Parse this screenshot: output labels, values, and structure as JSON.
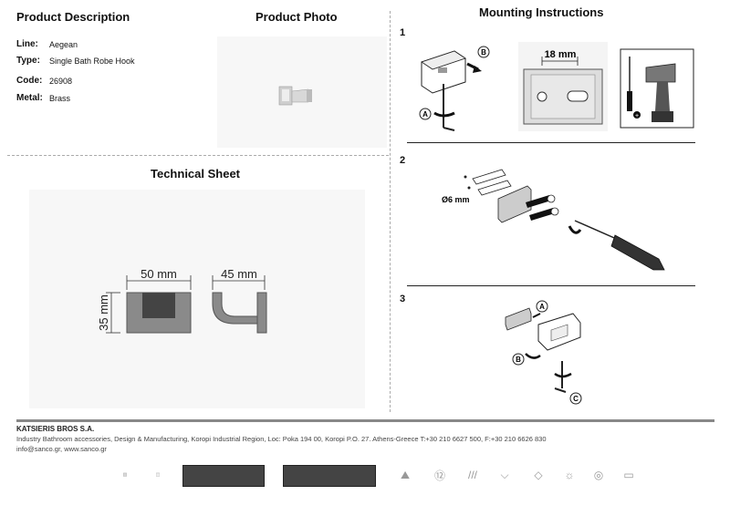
{
  "product_description": {
    "title": "Product Description",
    "fields": [
      {
        "label": "Line:",
        "value": "Aegean"
      },
      {
        "label": "Type:",
        "value": "Single Bath Robe Hook"
      },
      {
        "label": "Code:",
        "value": "26908"
      },
      {
        "label": "Metal:",
        "value": "Brass"
      }
    ]
  },
  "product_photo": {
    "title": "Product Photo"
  },
  "technical_sheet": {
    "title": "Technical Sheet",
    "dim_width": "50 mm",
    "dim_height": "35 mm",
    "dim_depth": "45 mm"
  },
  "mounting": {
    "title": "Mounting Instructions",
    "steps": [
      {
        "num": "1",
        "callouts": [
          "A",
          "B"
        ],
        "hole_spacing": "18 mm"
      },
      {
        "num": "2",
        "drill": "Ø6 mm"
      },
      {
        "num": "3",
        "callouts": [
          "A",
          "B",
          "C"
        ]
      }
    ]
  },
  "footer": {
    "company": "KATSIERIS BROS S.A.",
    "address": "Industry Bathroom accessories, Design & Manufacturing, Koropi Industrial Region, Loc: Poka 194 00, Koropi P.O. 27. Athens-Greece   T:+30 210 6627 500, F:+30 210 6626 830",
    "contact": "info@sanco.gr, www.sanco.gr"
  },
  "colors": {
    "divider": "#888888",
    "metal": "#8a8a8a"
  }
}
